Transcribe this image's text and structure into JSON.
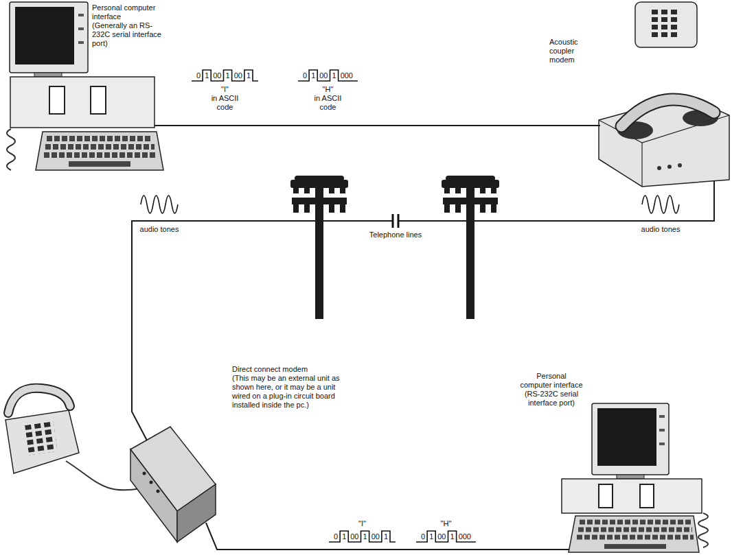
{
  "diagram": {
    "nodes": [
      {
        "text": [
          "Personal computer interface",
          "(Generally an RS-232C serial interface port)"
        ]
      },
      {
        "text": [
          "Acoustic coupler modem"
        ]
      },
      {
        "text": [
          "Direct connect modem",
          "(This may be an external unit as shown here, or it may be a unit wired on a plug-in circuit board installed inside the pc.)"
        ]
      },
      {
        "text": [
          "Personal computer interface",
          "(RS-232C serial interface port)"
        ]
      }
    ],
    "edges": [
      {
        "from": 0,
        "to": 1,
        "arrow": "none"
      },
      {
        "from": 1,
        "to": 2,
        "label": "Telephone lines",
        "arrow": "none"
      },
      {
        "from": 2,
        "to": 3,
        "arrow": "none"
      }
    ],
    "labels": [
      "\"I\"",
      "in ASCII code",
      "\"H\"",
      "in ASCII code",
      "audio tones",
      "audio tones",
      "\"I\"",
      "\"H\"",
      "0",
      "1",
      "00",
      "1",
      "00",
      "1",
      "0",
      "1",
      "00",
      "1",
      "000",
      "0",
      "1",
      "00",
      "1",
      "00",
      "1",
      "0",
      "1",
      "00",
      "1",
      "000"
    ]
  }
}
